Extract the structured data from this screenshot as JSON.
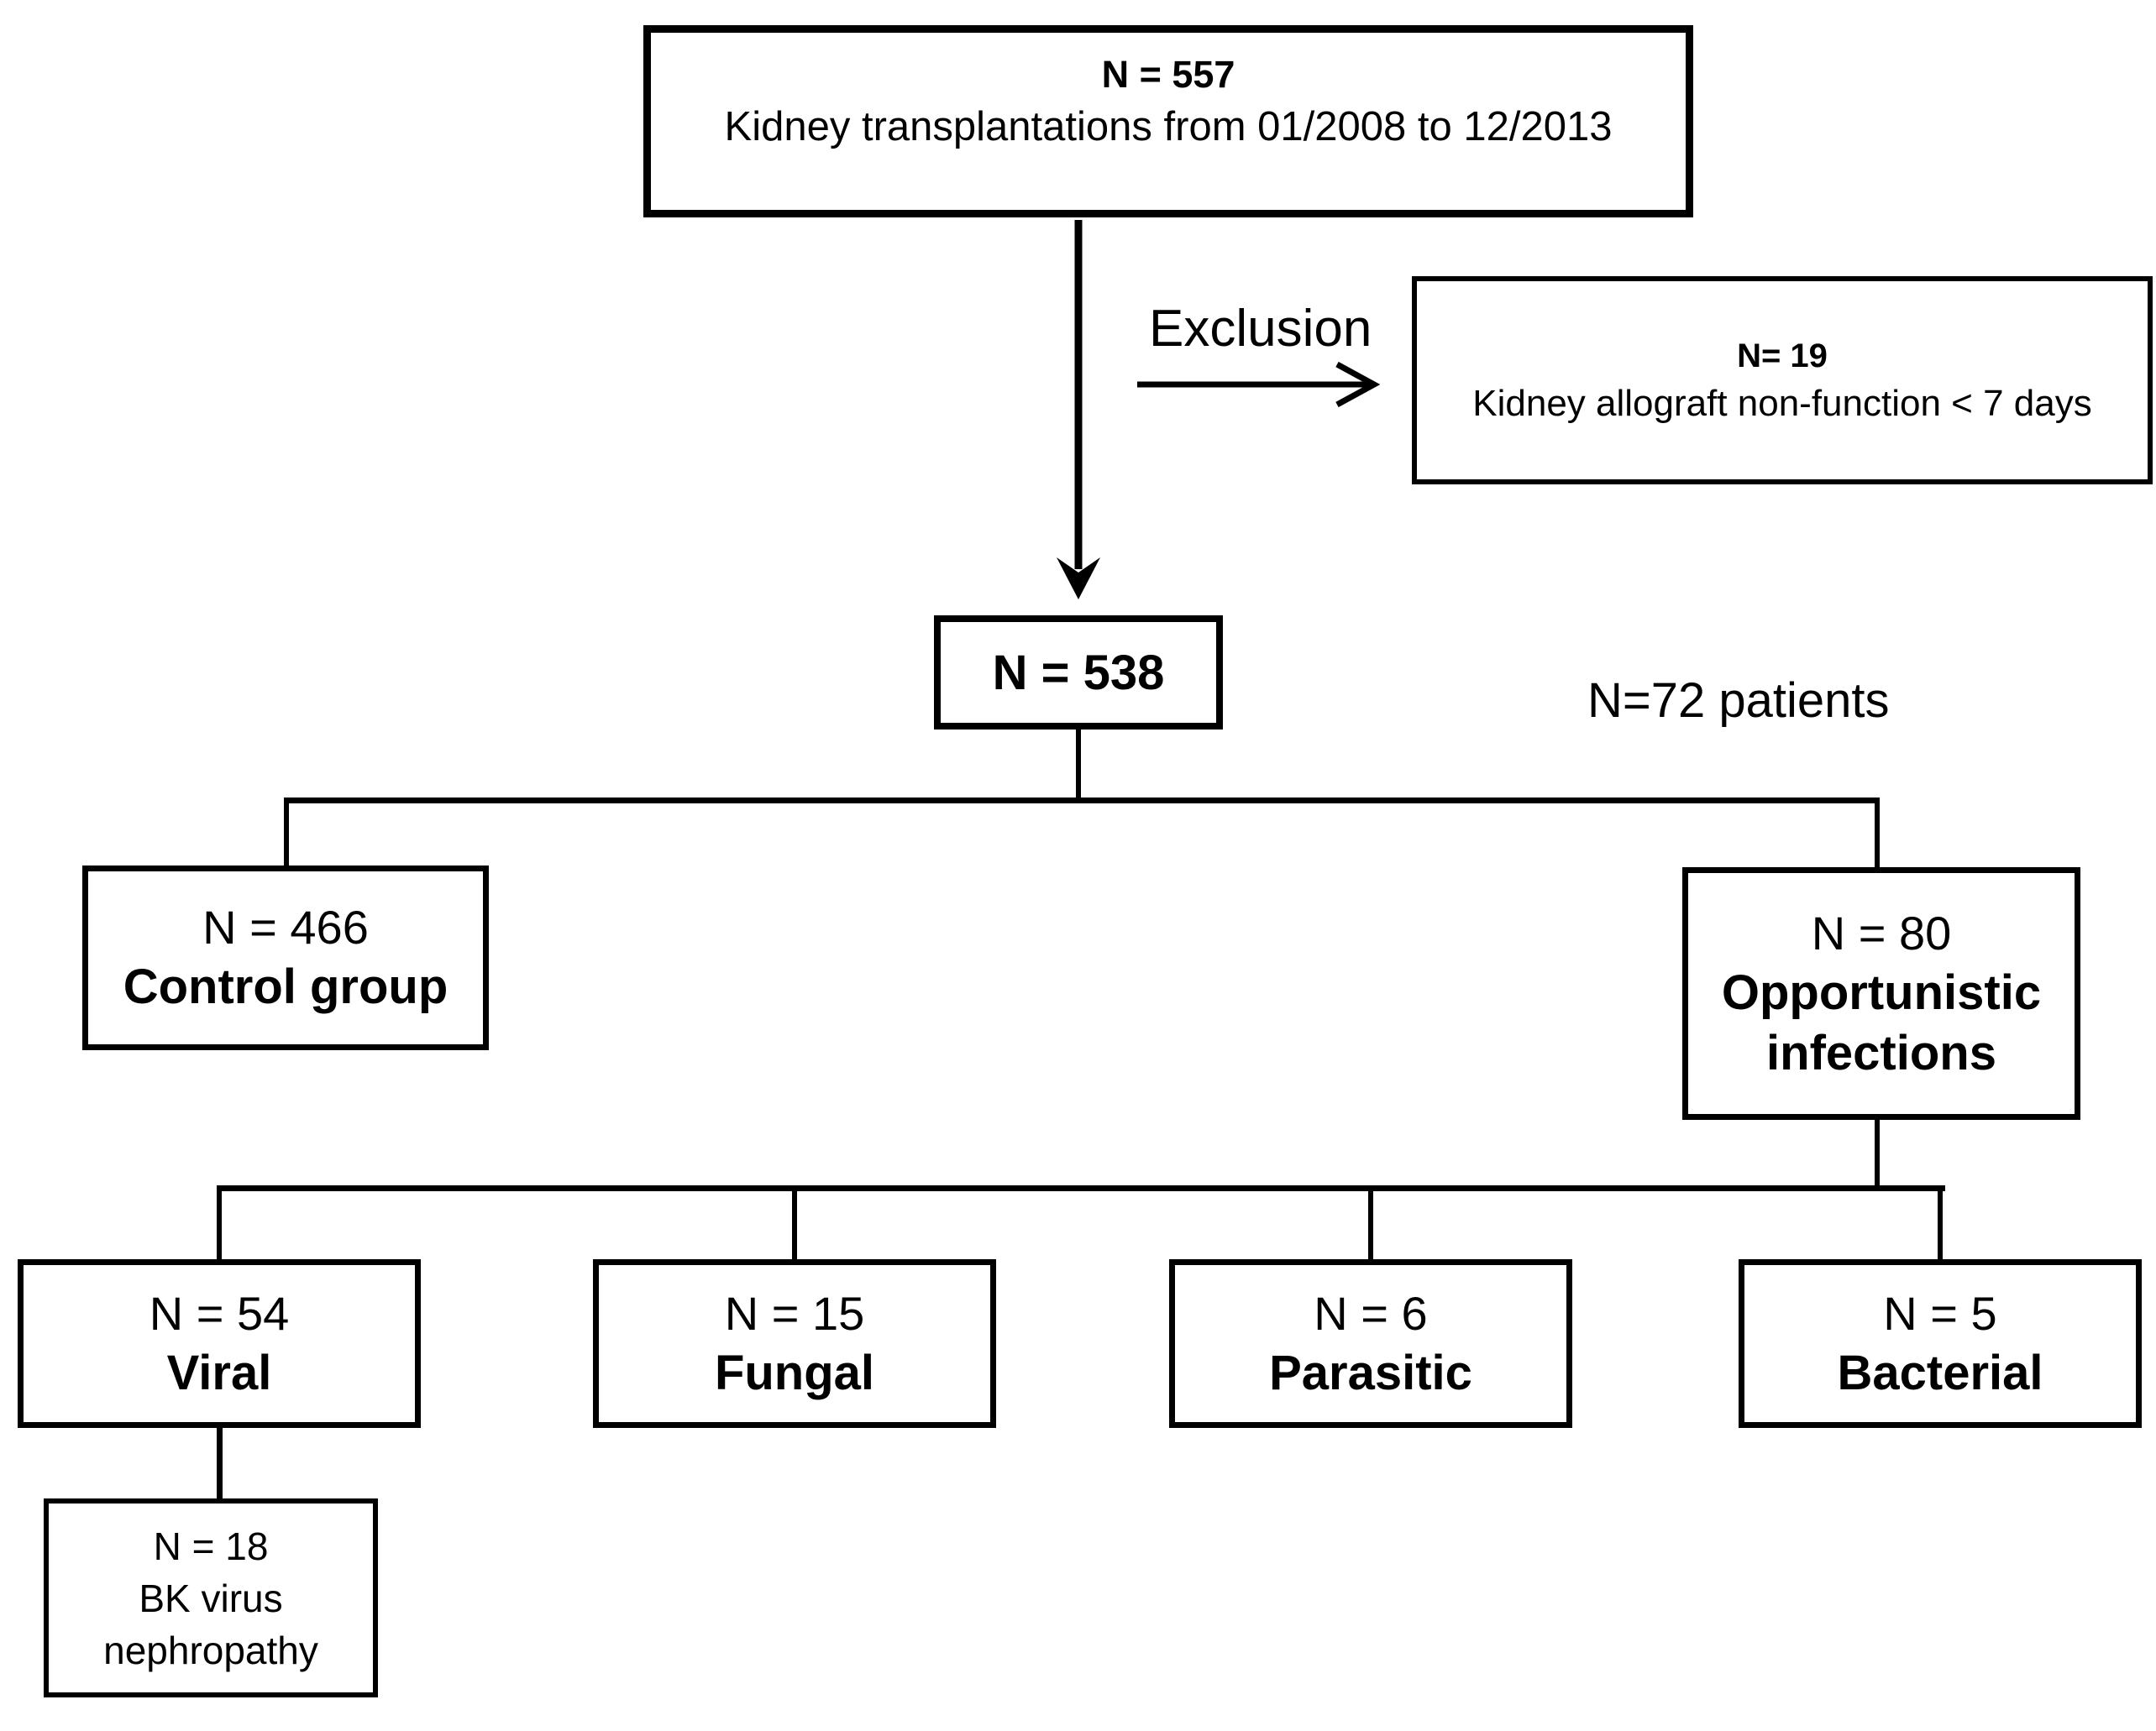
{
  "diagram": {
    "title_domain": "kidney-transplant-opportunistic-infection-flowchart",
    "top_box": {
      "n": "N = 557",
      "label": "Kidney transplantations from 01/2008 to 12/2013"
    },
    "exclusion": {
      "arrow_label": "Exclusion",
      "n": "N= 19",
      "label": "Kidney allograft non-function < 7 days"
    },
    "included_box": {
      "n": "N = 538"
    },
    "patients_note": "N=72 patients",
    "control_box": {
      "n": "N = 466",
      "label": "Control group"
    },
    "opportunistic_box": {
      "n": "N = 80",
      "label_line1": "Opportunistic",
      "label_line2": "infections"
    },
    "category_boxes": [
      {
        "n": "N = 54",
        "label": "Viral"
      },
      {
        "n": "N = 15",
        "label": "Fungal"
      },
      {
        "n": "N = 6",
        "label": "Parasitic"
      },
      {
        "n": "N = 5",
        "label": "Bacterial"
      }
    ],
    "bk_box": {
      "n": "N = 18",
      "label_line1": "BK virus",
      "label_line2": "nephropathy"
    }
  },
  "colors": {
    "ink": "#000000",
    "background": "#ffffff"
  }
}
